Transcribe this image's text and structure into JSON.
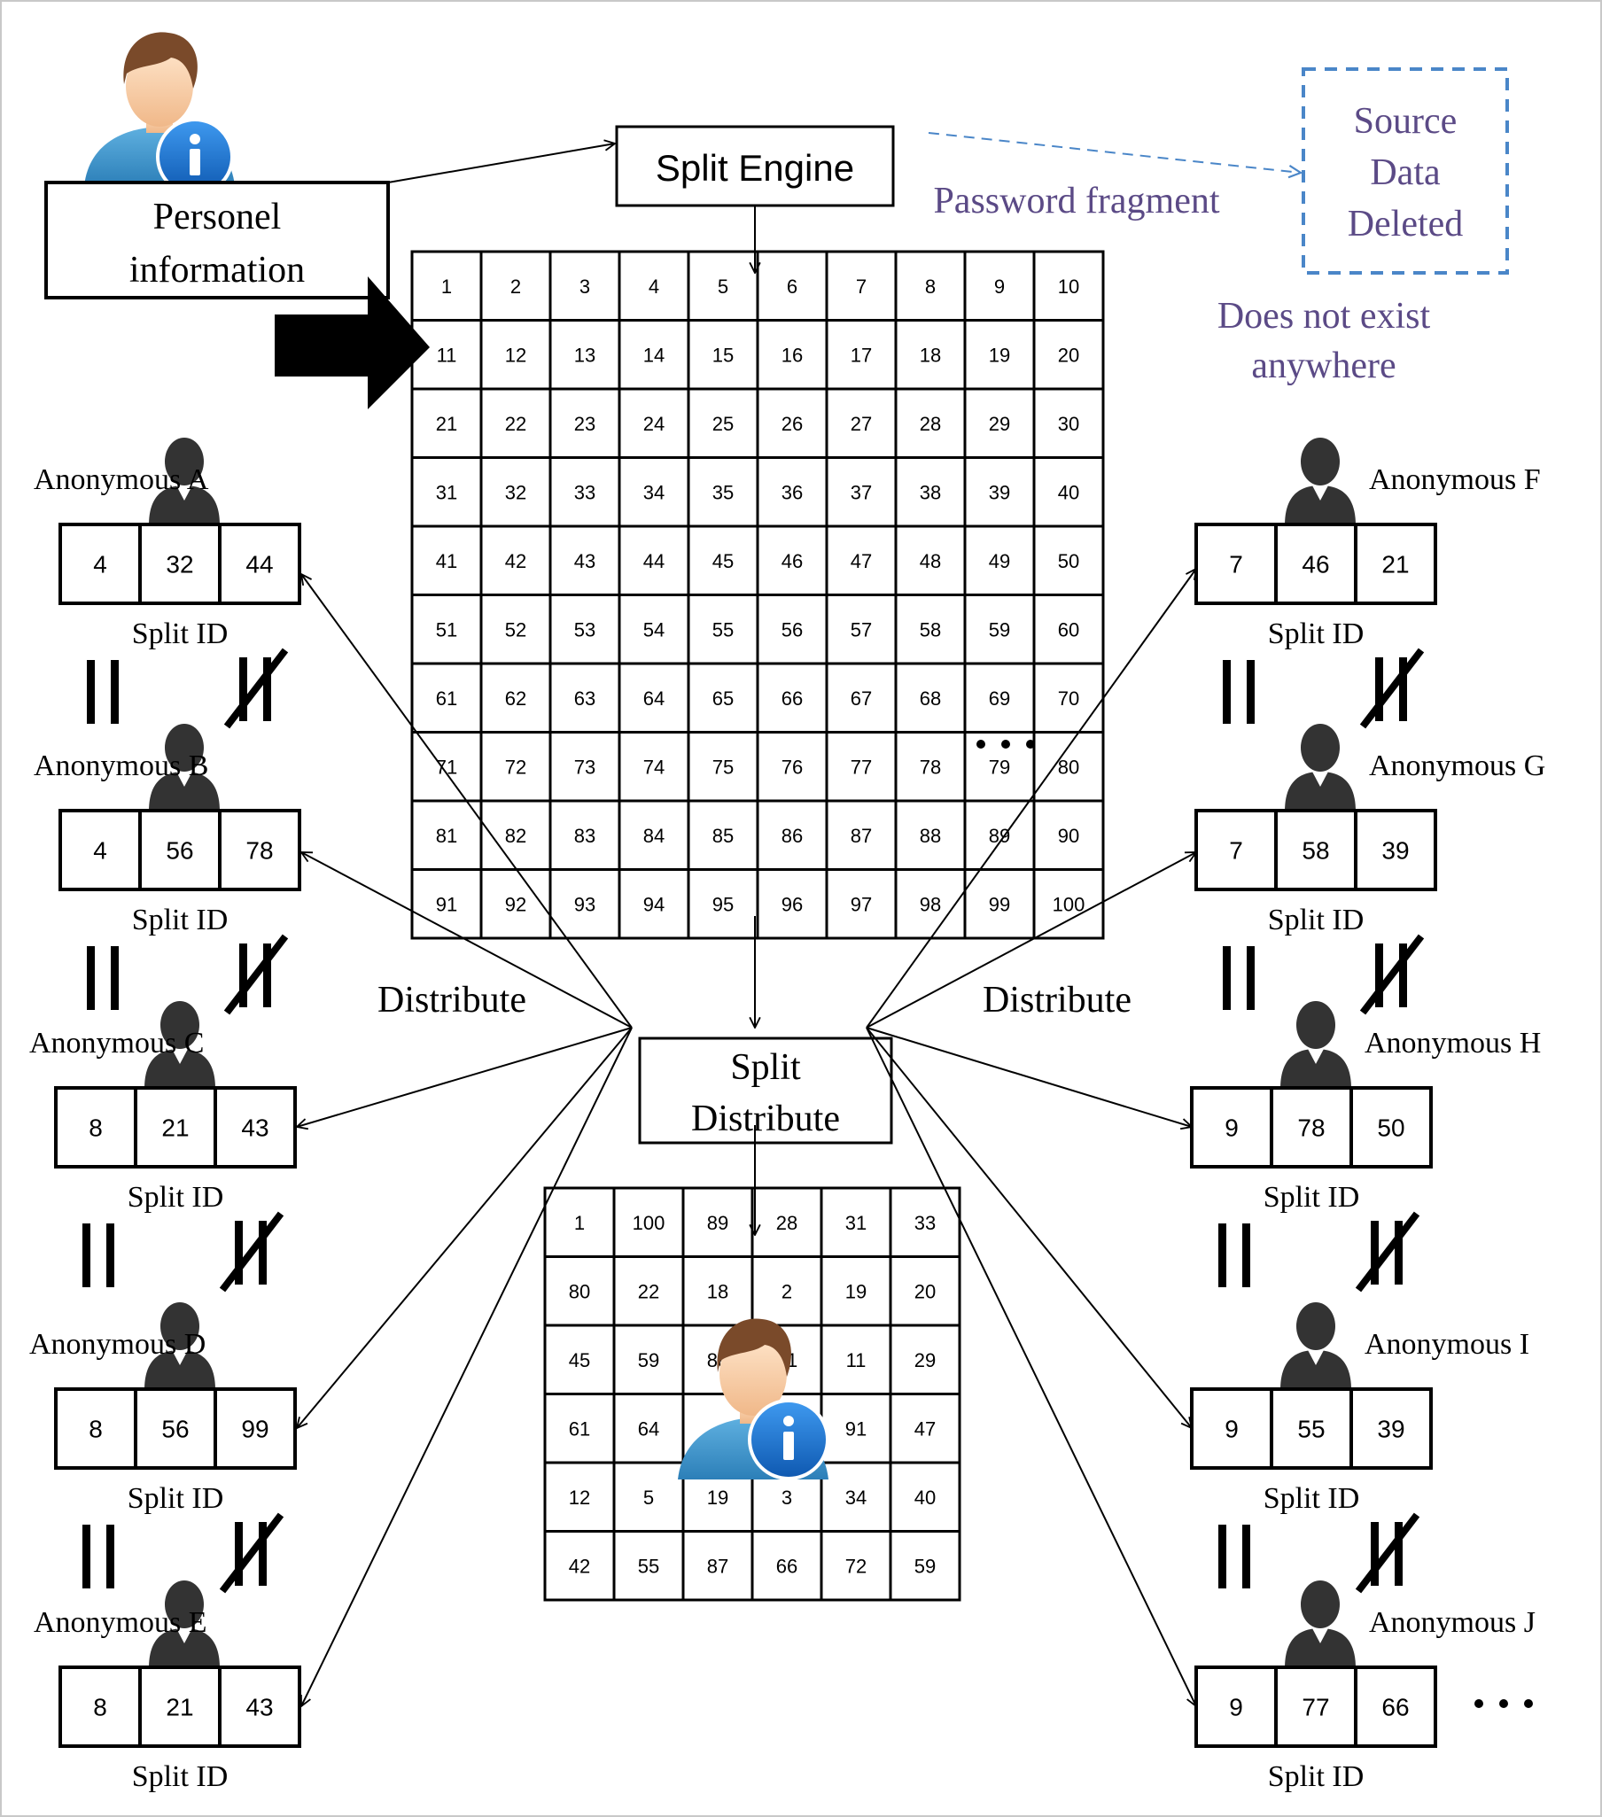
{
  "source": {
    "label_line1": "Personel",
    "label_line2": "information"
  },
  "split_engine": {
    "label": "Split Engine"
  },
  "password_fragment": {
    "label": "Password fragment"
  },
  "deleted_box": {
    "line1": "Source",
    "line2": "Data",
    "line3": "Deleted"
  },
  "not_exist": {
    "line1": "Does not exist",
    "line2": "anywhere"
  },
  "distribute_left": "Distribute",
  "distribute_right": "Distribute",
  "split_distribute": {
    "line1": "Split",
    "line2": "Distribute"
  },
  "main_grid": {
    "rows": [
      [
        "1",
        "2",
        "3",
        "4",
        "5",
        "6",
        "7",
        "8",
        "9",
        "10"
      ],
      [
        "11",
        "12",
        "13",
        "14",
        "15",
        "16",
        "17",
        "18",
        "19",
        "20"
      ],
      [
        "21",
        "22",
        "23",
        "24",
        "25",
        "26",
        "27",
        "28",
        "29",
        "30"
      ],
      [
        "31",
        "32",
        "33",
        "34",
        "35",
        "36",
        "37",
        "38",
        "39",
        "40"
      ],
      [
        "41",
        "42",
        "43",
        "44",
        "45",
        "46",
        "47",
        "48",
        "49",
        "50"
      ],
      [
        "51",
        "52",
        "53",
        "54",
        "55",
        "56",
        "57",
        "58",
        "59",
        "60"
      ],
      [
        "61",
        "62",
        "63",
        "64",
        "65",
        "66",
        "67",
        "68",
        "69",
        "70"
      ],
      [
        "71",
        "72",
        "73",
        "74",
        "75",
        "76",
        "77",
        "78",
        "79",
        "80"
      ],
      [
        "81",
        "82",
        "83",
        "84",
        "85",
        "86",
        "87",
        "88",
        "89",
        "90"
      ],
      [
        "91",
        "92",
        "93",
        "94",
        "95",
        "96",
        "97",
        "98",
        "99",
        "100"
      ]
    ]
  },
  "shuffled_grid": {
    "rows": [
      [
        "1",
        "100",
        "89",
        "28",
        "31",
        "33"
      ],
      [
        "80",
        "22",
        "18",
        "2",
        "19",
        "20"
      ],
      [
        "45",
        "59",
        "88",
        "81",
        "11",
        "29"
      ],
      [
        "61",
        "64",
        "",
        "",
        "91",
        "47"
      ],
      [
        "12",
        "5",
        "19",
        "3",
        "34",
        "40"
      ],
      [
        "42",
        "55",
        "87",
        "66",
        "72",
        "59"
      ]
    ]
  },
  "split_id_label": "Split ID",
  "anonymous_left": [
    {
      "name": "Anonymous A",
      "values": [
        "4",
        "32",
        "44"
      ]
    },
    {
      "name": "Anonymous B",
      "values": [
        "4",
        "56",
        "78"
      ]
    },
    {
      "name": "Anonymous C",
      "values": [
        "8",
        "21",
        "43"
      ]
    },
    {
      "name": "Anonymous D",
      "values": [
        "8",
        "56",
        "99"
      ]
    },
    {
      "name": "Anonymous E",
      "values": [
        "8",
        "21",
        "43"
      ]
    }
  ],
  "anonymous_right": [
    {
      "name": "Anonymous F",
      "values": [
        "7",
        "46",
        "21"
      ]
    },
    {
      "name": "Anonymous G",
      "values": [
        "7",
        "58",
        "39"
      ]
    },
    {
      "name": "Anonymous H",
      "values": [
        "9",
        "78",
        "50"
      ]
    },
    {
      "name": "Anonymous I",
      "values": [
        "9",
        "55",
        "39"
      ]
    },
    {
      "name": "Anonymous J",
      "values": [
        "9",
        "77",
        "66"
      ]
    }
  ],
  "colors": {
    "purple_text": "#5b4a86",
    "dashed_blue": "#4a86c8",
    "person_dark": "#333333",
    "info_badge": "#1e73c8"
  },
  "icons": [
    "user-info-icon",
    "anonymous-person-icon",
    "equal-sign-icon",
    "not-equal-sign-icon",
    "ellipsis-icon"
  ]
}
